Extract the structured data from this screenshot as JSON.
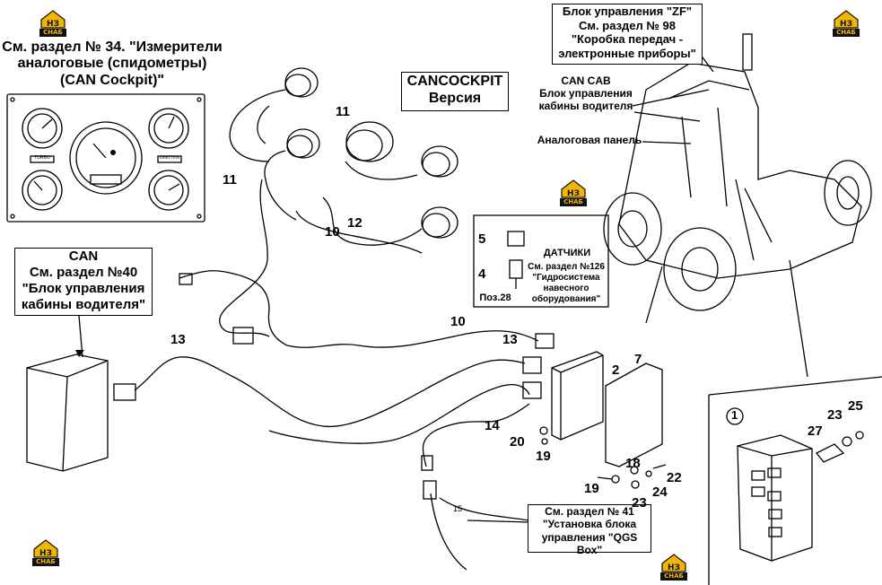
{
  "title_cockpit": "См. раздел № 34. \"Измерители аналоговые (спидометры) (CAN Cockpit)\"",
  "title_cockpit_lines": [
    "См. раздел № 34. \"Измерители",
    "аналоговые (спидометры)",
    "(CAN Cockpit)\""
  ],
  "cancockpit_box": [
    "CANCOCKPIT",
    "Версия"
  ],
  "zf_box": [
    "Блок управления \"ZF\"",
    "См. раздел № 98",
    "\"Коробка передач -",
    "электронные приборы\""
  ],
  "can_cab": [
    "CAN CAB",
    "Блок управления",
    "кабины водителя"
  ],
  "analog_panel": "Аналоговая панель",
  "can_box": [
    "CAN",
    "См. раздел №40",
    "\"Блок управления",
    "кабины водителя\""
  ],
  "sensors": [
    "ДАТЧИКИ",
    "См. раздел №126",
    "\"Гидросистема",
    "навесного",
    "оборудования\""
  ],
  "pos28": "Поз.28",
  "qgs_box": [
    "См. раздел № 41",
    "\"Установка блока",
    "управления \"QGS Box\""
  ],
  "gauge_labels": [
    "TURBO",
    "DIRECTION"
  ],
  "logo_text": "СНАБ",
  "part_numbers": {
    "n11a": "11",
    "n11b": "11",
    "n10a": "10",
    "n12": "12",
    "n13a": "13",
    "n10b": "10",
    "n13b": "13",
    "n2": "2",
    "n7": "7",
    "n14": "14",
    "n20": "20",
    "n19a": "19",
    "n18": "18",
    "n19b": "19",
    "n23a": "23",
    "n24": "24",
    "n22": "22",
    "n15": "15",
    "n5": "5",
    "n4": "4",
    "n1": "1",
    "n23b": "23",
    "n25": "25",
    "n27": "27"
  },
  "colors": {
    "logo_yellow": "#f2b600",
    "logo_dark": "#111111",
    "line": "#000000"
  }
}
